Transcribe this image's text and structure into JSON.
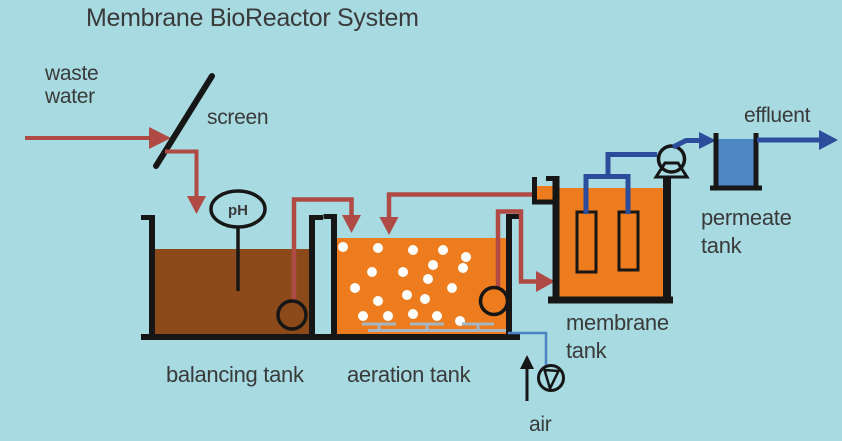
{
  "title": "Membrane BioReactor System",
  "labels": {
    "waste_line1": "waste",
    "waste_line2": "water",
    "screen": "screen",
    "ph": "pH",
    "balancing_tank": "balancing tank",
    "aeration_tank": "aeration tank",
    "membrane_line1": "membrane",
    "membrane_line2": "tank",
    "permeate_line1": "permeate",
    "permeate_line2": "tank",
    "effluent": "effluent",
    "air": "air"
  },
  "icons": {
    "screen": "diagonal-bar",
    "ph_sensor": "ellipse-with-probe",
    "mixer_ball": "white-circle",
    "permeate_pump": "circle-on-stand",
    "air_blower": "circle-with-triangle",
    "diffusers": "tee-spargers"
  },
  "colors": {
    "background": "#a7dae1",
    "outline": "#161616",
    "text": "#3a3a3a",
    "wastewater-red": "#b04a44",
    "balancing-brown": "#8c4a1b",
    "mixed-liquor-orange": "#ed7c1e",
    "permeate-navy": "#2b4d9b",
    "permeate-fill-blue": "#4e87c5",
    "air-blue": "#4a82c4",
    "diffuser-gray": "#a3b6c2",
    "bubble-white": "#ffffff"
  }
}
